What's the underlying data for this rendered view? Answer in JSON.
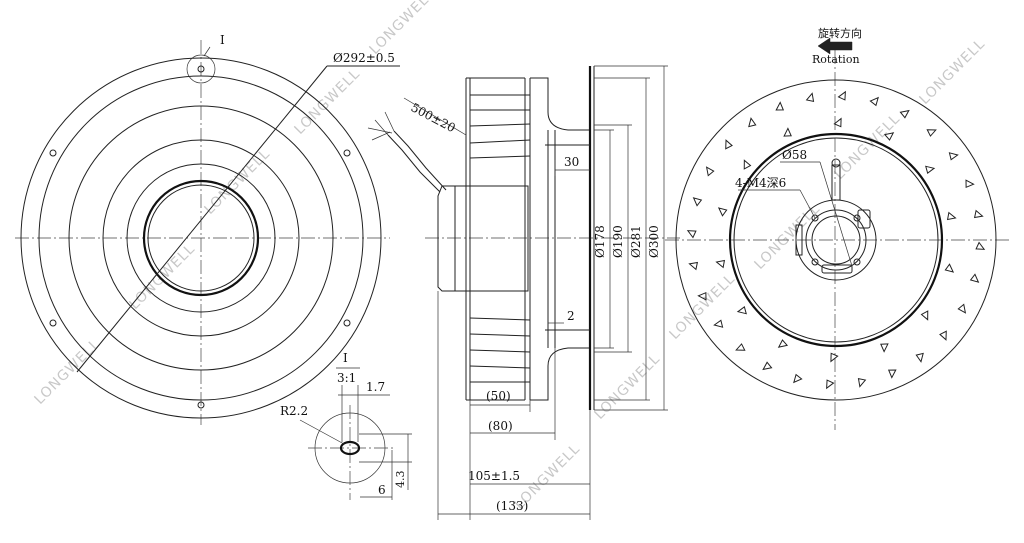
{
  "watermark": "LONGWELL",
  "front_view": {
    "detail_marker": "I",
    "outer_diameter": "Ø292±0.5"
  },
  "side_view": {
    "cable_length": "500±20",
    "dim_30": "30",
    "dim_2": "2",
    "dia_178": "Ø178",
    "dia_190": "Ø190",
    "dia_281": "Ø281",
    "dia_300": "Ø300",
    "dim_50": "(50)",
    "dim_80": "(80)",
    "dim_105": "105±1.5",
    "dim_133": "(133)"
  },
  "detail": {
    "label": "I",
    "scale": "3:1",
    "dim_1_7": "1.7",
    "radius": "R2.2",
    "dim_4_3": "4.3",
    "dim_6": "6"
  },
  "rear_view": {
    "rotation_cn": "旋转方向",
    "rotation_en": "Rotation",
    "dia_58": "Ø58",
    "mount_holes": "4-M4深6"
  }
}
